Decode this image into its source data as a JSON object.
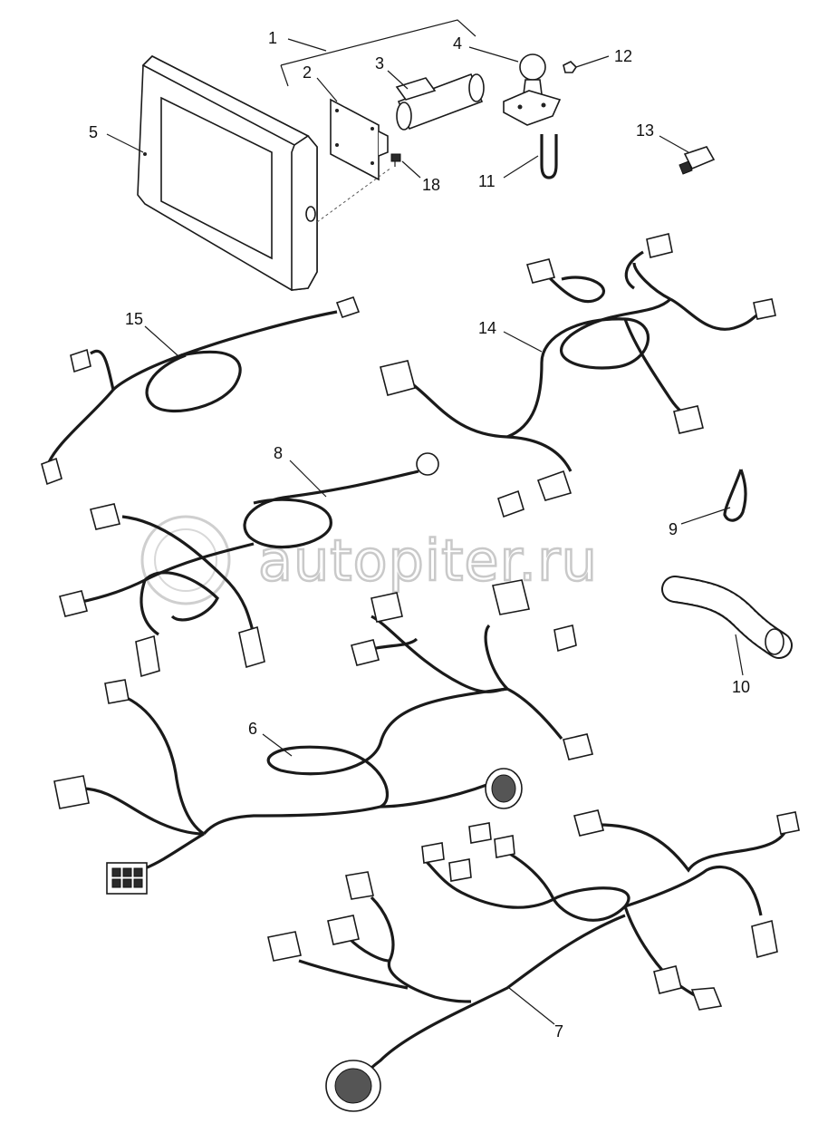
{
  "watermark": "autopiter.ru",
  "callouts": [
    {
      "id": "1",
      "text": "1"
    },
    {
      "id": "2",
      "text": "2"
    },
    {
      "id": "3",
      "text": "3"
    },
    {
      "id": "4",
      "text": "4"
    },
    {
      "id": "5",
      "text": "5"
    },
    {
      "id": "6",
      "text": "6"
    },
    {
      "id": "7",
      "text": "7"
    },
    {
      "id": "8",
      "text": "8"
    },
    {
      "id": "9",
      "text": "9"
    },
    {
      "id": "10",
      "text": "10"
    },
    {
      "id": "11",
      "text": "11"
    },
    {
      "id": "12",
      "text": "12"
    },
    {
      "id": "13",
      "text": "13"
    },
    {
      "id": "14",
      "text": "14"
    },
    {
      "id": "15",
      "text": "15"
    },
    {
      "id": "18",
      "text": "18"
    }
  ]
}
